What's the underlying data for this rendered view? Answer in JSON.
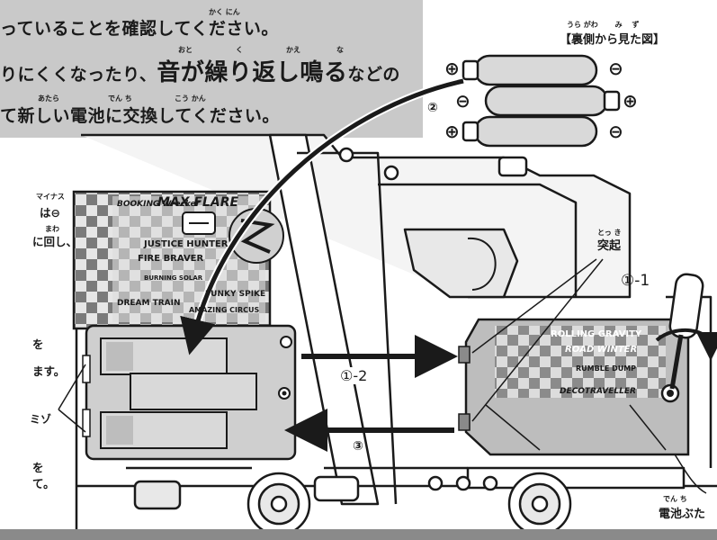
{
  "instructions": {
    "line1": "っていることを確認してください。",
    "line2_a": "りにくくなったり、",
    "line2_b": "音が繰り返し鳴る",
    "line2_c": "などの",
    "line3": "て新しい電池に交換してください。",
    "ruby": {
      "kakunin": "かく にん",
      "oto": "おと",
      "ku": "く",
      "kae": "かえ",
      "na": "な",
      "atara": "あたら",
      "denchi": "でん ち",
      "koukan": "こう かん"
    }
  },
  "rear_view": {
    "ruby": "うら がわ　　 み　 ず",
    "title": "【裏側から見た図】",
    "plus": "⊕",
    "minus": "⊖"
  },
  "side_text": {
    "ruby_minus": "マイナス",
    "ha": "は",
    "ruby_mawa": "まわ",
    "mawashi": "に回し、",
    "wo1": "を",
    "masu": "ます。",
    "wo2": "を",
    "te": "て。"
  },
  "labels": {
    "step_2": "②",
    "step_1_1": "①-1",
    "step_1_2": "①-2",
    "step_3": "③",
    "mizo": "ミゾ",
    "tokki_ruby": "とっ き",
    "tokki": "突起",
    "cover_ruby": "でん ち",
    "battery_cover": "電池ぶた"
  },
  "decals": {
    "booking_wrecker": "BOOKING Wrecker",
    "max_flare": "MAX FLARE",
    "justice_hunter": "JUSTICE HUNTER",
    "fire_braver": "FIRE BRAVER",
    "burning_solar": "BURNING SOLAR",
    "funky_spike": "FUNKY SPIKE",
    "dream_train": "DREAM TRAIN",
    "amazing_circus": "AMAZING CIRCUS",
    "rolling_gravity": "ROLLING GRAVITY",
    "road_winter": "ROAD WINTER",
    "rumble_dump": "RUMBLE DUMP",
    "decotraveller": "DECOTRAVELLER"
  },
  "colors": {
    "banner_bg": "#c9c9c9",
    "line": "#1a1a1a",
    "battery_fill": "#d9d9d9",
    "compartment": "#cfcfcf",
    "cover": "#bdbdbd"
  }
}
